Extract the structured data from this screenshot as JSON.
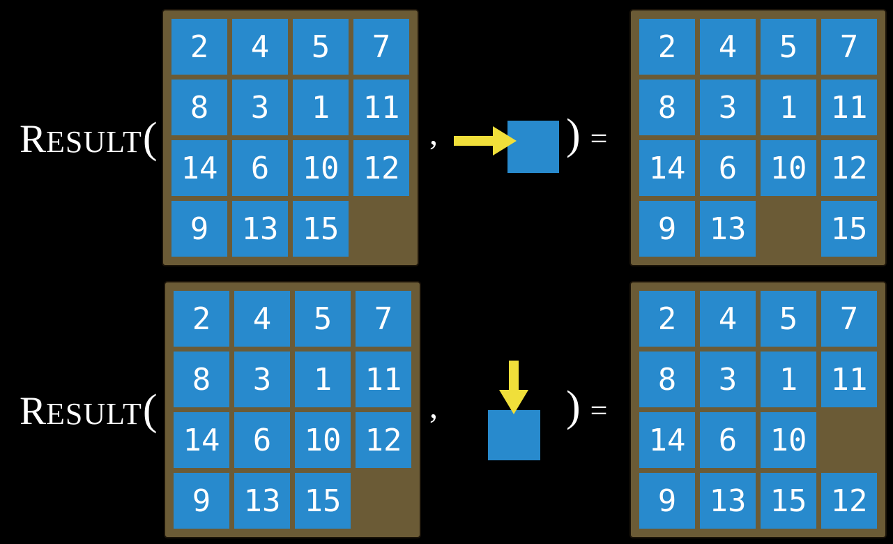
{
  "figure": {
    "description": "sliding-puzzle result function illustration",
    "colors": {
      "background": "#000000",
      "tile_blue": "#288acd",
      "frame_brown": "#6b5b36",
      "frame_border": "#1a1309",
      "arrow_yellow": "#f0df3a",
      "text": "#ffffff"
    },
    "rows": [
      {
        "label_initial": "R",
        "label_rest": "ESULT",
        "open_paren": "(",
        "comma": ",",
        "close_paren": ")",
        "equals": "=",
        "action": {
          "direction": "right",
          "icon": "arrow-right-into-tile"
        },
        "input_grid": [
          [
            "2",
            "4",
            "5",
            "7"
          ],
          [
            "8",
            "3",
            "1",
            "11"
          ],
          [
            "14",
            "6",
            "10",
            "12"
          ],
          [
            "9",
            "13",
            "15",
            ""
          ]
        ],
        "output_grid": [
          [
            "2",
            "4",
            "5",
            "7"
          ],
          [
            "8",
            "3",
            "1",
            "11"
          ],
          [
            "14",
            "6",
            "10",
            "12"
          ],
          [
            "9",
            "13",
            "",
            "15"
          ]
        ]
      },
      {
        "label_initial": "R",
        "label_rest": "ESULT",
        "open_paren": "(",
        "comma": ",",
        "close_paren": ")",
        "equals": "=",
        "action": {
          "direction": "down",
          "icon": "arrow-down-into-tile"
        },
        "input_grid": [
          [
            "2",
            "4",
            "5",
            "7"
          ],
          [
            "8",
            "3",
            "1",
            "11"
          ],
          [
            "14",
            "6",
            "10",
            "12"
          ],
          [
            "9",
            "13",
            "15",
            ""
          ]
        ],
        "output_grid": [
          [
            "2",
            "4",
            "5",
            "7"
          ],
          [
            "8",
            "3",
            "1",
            "11"
          ],
          [
            "14",
            "6",
            "10",
            ""
          ],
          [
            "9",
            "13",
            "15",
            "12"
          ]
        ]
      }
    ]
  }
}
